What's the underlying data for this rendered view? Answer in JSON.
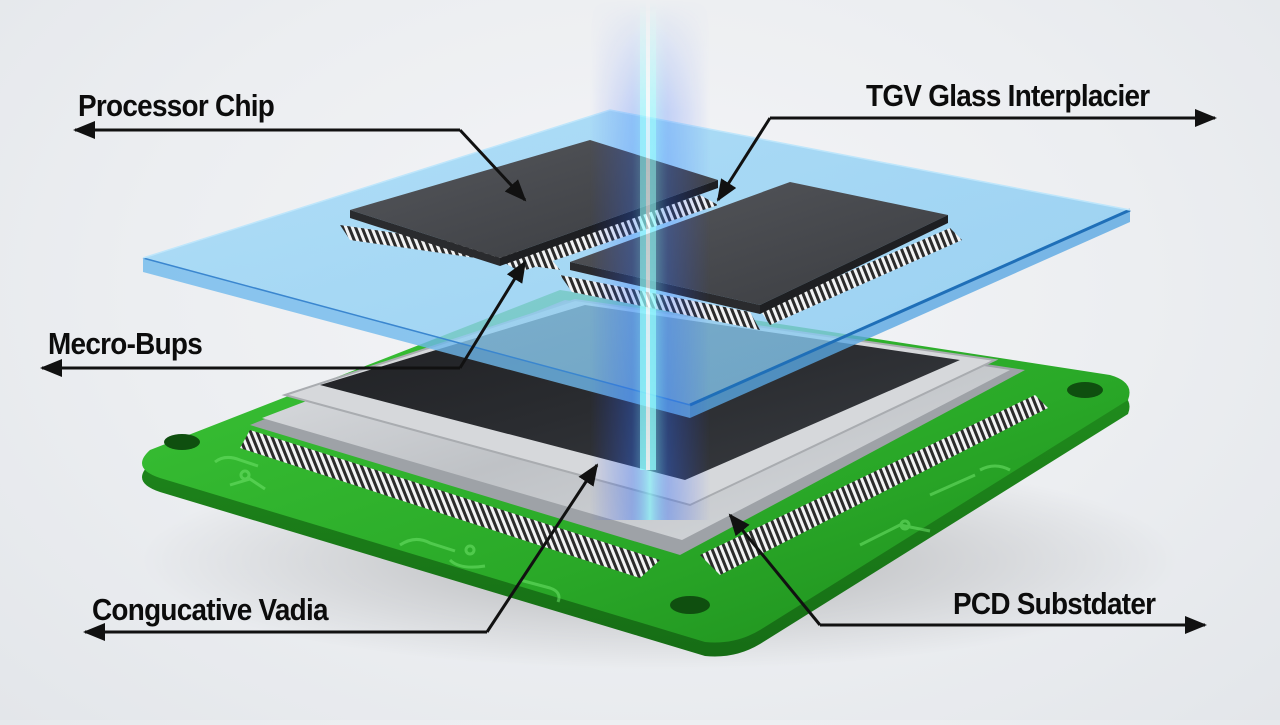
{
  "diagram": {
    "type": "exploded-3d-illustration",
    "subject": "Chip package stack on glass interposer over PCB",
    "colors": {
      "background": "#eceef1",
      "glass": "#8fd0f5",
      "glass_edge": "#1f6fb8",
      "beam": "#2a6bff",
      "beam_core": "#7ff7ff",
      "chip": "#3d3f43",
      "pcb": "#2fb52c",
      "pcb_dark": "#1f8a1e",
      "frame": "#c9ccd0",
      "leader": "#111111"
    },
    "components": [
      {
        "id": "processor-chip-left",
        "layer": "top"
      },
      {
        "id": "processor-chip-right",
        "layer": "top"
      },
      {
        "id": "glass-interposer",
        "layer": "middle"
      },
      {
        "id": "package-die",
        "layer": "lower"
      },
      {
        "id": "pcb-board",
        "layer": "bottom"
      },
      {
        "id": "light-beam",
        "layer": "overlay"
      }
    ]
  },
  "labels": {
    "processor_chip": "Processor Chip",
    "tgv_glass": "TGV Glass Interplacier",
    "micro_bumps": "Mecro-Bups",
    "conductive_via": "Congucative Vadia",
    "pcb_substrate": "PCD Substdater"
  }
}
